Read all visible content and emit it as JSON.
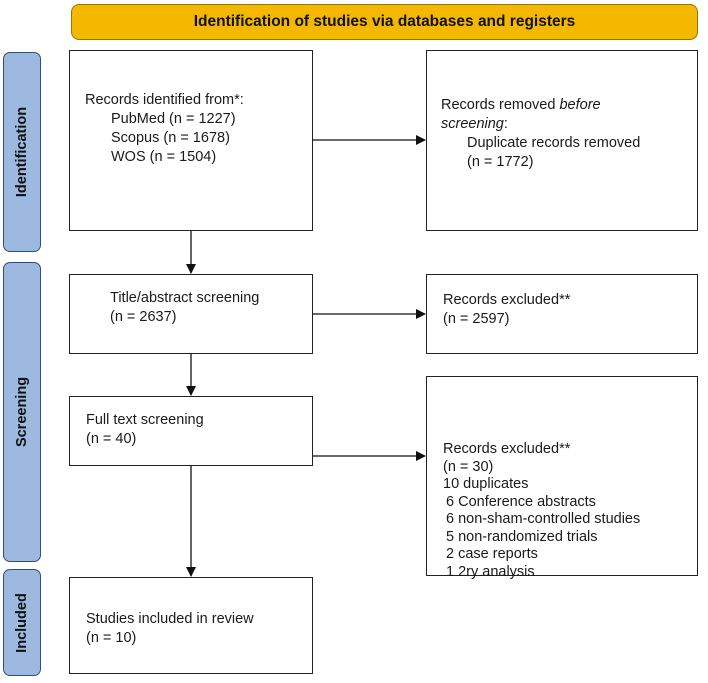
{
  "header": {
    "title": "Identification of studies via databases and registers"
  },
  "phases": {
    "identification": "Identification",
    "screening": "Screening",
    "included": "Included"
  },
  "identified": {
    "heading": "Records identified from*:",
    "sources": [
      "PubMed (n = 1227)",
      "Scopus (n = 1678)",
      "WOS (n = 1504)"
    ]
  },
  "removed": {
    "heading_prefix": "Records removed ",
    "heading_emph": "before screening",
    "heading_suffix": ":",
    "line1": "Duplicate records removed",
    "line2": "(n = 1772)"
  },
  "title_abstract": {
    "label": "Title/abstract screening",
    "count": "(n = 2637)"
  },
  "excluded1": {
    "label": "Records excluded**",
    "count": "(n = 2597)"
  },
  "full_text": {
    "label": "Full text screening",
    "count": "(n = 40)"
  },
  "excluded2": {
    "label": "Records excluded**",
    "count": "(n = 30)",
    "reasons": [
      "10 duplicates",
      "6 Conference abstracts",
      "6 non-sham-controlled studies",
      "5 non-randomized trials",
      "2 case reports",
      "1 2ry analysis"
    ]
  },
  "included_box": {
    "label": "Studies included in review",
    "count": "(n = 10)"
  }
}
